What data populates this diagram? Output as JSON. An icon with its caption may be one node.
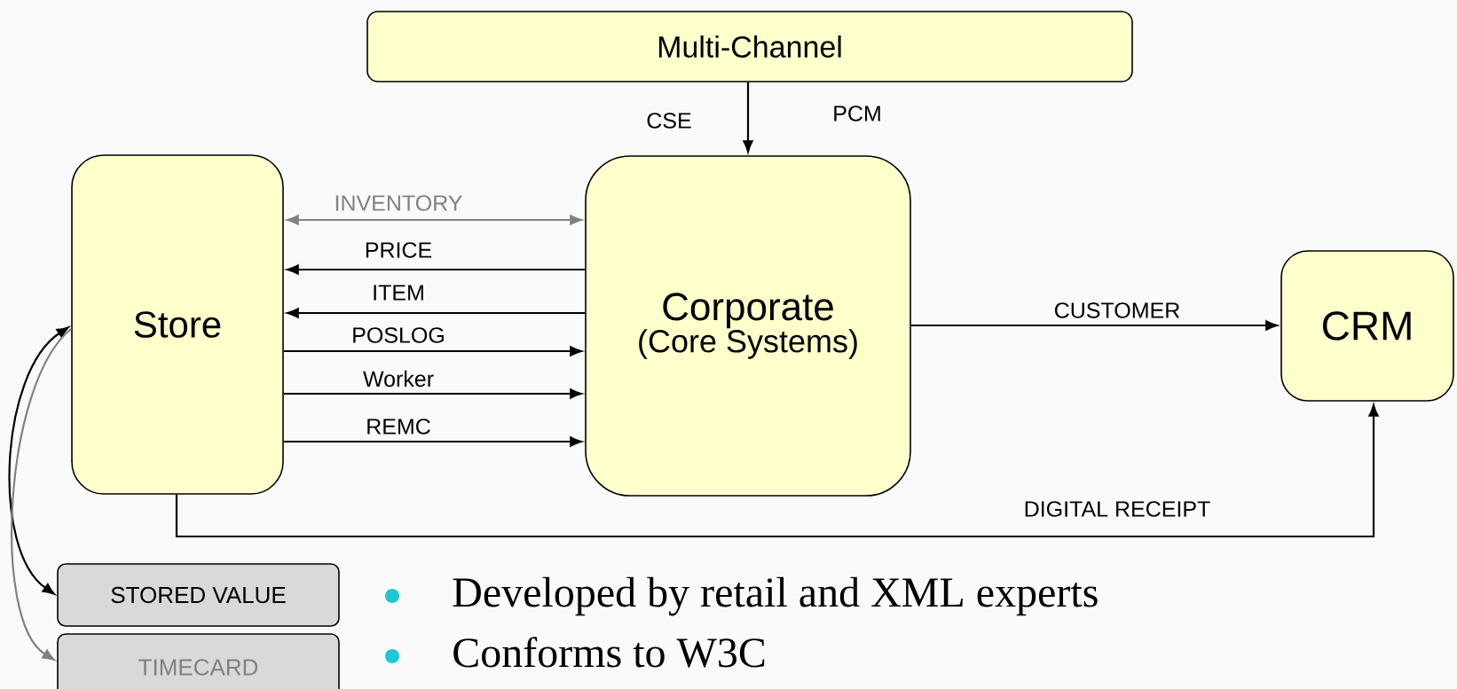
{
  "diagram": {
    "nodes": [
      {
        "text": [
          "Multi-Channel"
        ]
      },
      {
        "text": [
          "Store"
        ]
      },
      {
        "text": [
          "Corporate",
          "(Core Systems)"
        ]
      },
      {
        "text": [
          "CRM"
        ]
      },
      {
        "text": [
          "STORED VALUE"
        ]
      },
      {
        "text": [
          "TIMECARD"
        ]
      }
    ],
    "edges": [
      {
        "from": 0,
        "to": 2,
        "arrow": "to"
      },
      {
        "from": 1,
        "to": 2,
        "arrow": "both",
        "label": "INVENTORY",
        "color": "#808080"
      },
      {
        "from": 2,
        "to": 1,
        "arrow": "to",
        "label": "PRICE"
      },
      {
        "from": 2,
        "to": 1,
        "arrow": "to",
        "label": "ITEM"
      },
      {
        "from": 1,
        "to": 2,
        "arrow": "to",
        "label": "POSLOG"
      },
      {
        "from": 1,
        "to": 2,
        "arrow": "to",
        "label": "Worker"
      },
      {
        "from": 1,
        "to": 2,
        "arrow": "to",
        "label": "REMC"
      },
      {
        "from": 2,
        "to": 3,
        "arrow": "to",
        "label": "CUSTOMER"
      },
      {
        "from": 1,
        "to": 3,
        "arrow": "to",
        "label": "DIGITAL RECEIPT"
      },
      {
        "from": 1,
        "to": 4,
        "arrow": "both"
      },
      {
        "from": 1,
        "to": 5,
        "arrow": "to",
        "color": "#808080"
      }
    ],
    "labels": [
      "CSE",
      "PCM",
      "Developed by retail and XML experts",
      "Conforms to W3C"
    ]
  }
}
